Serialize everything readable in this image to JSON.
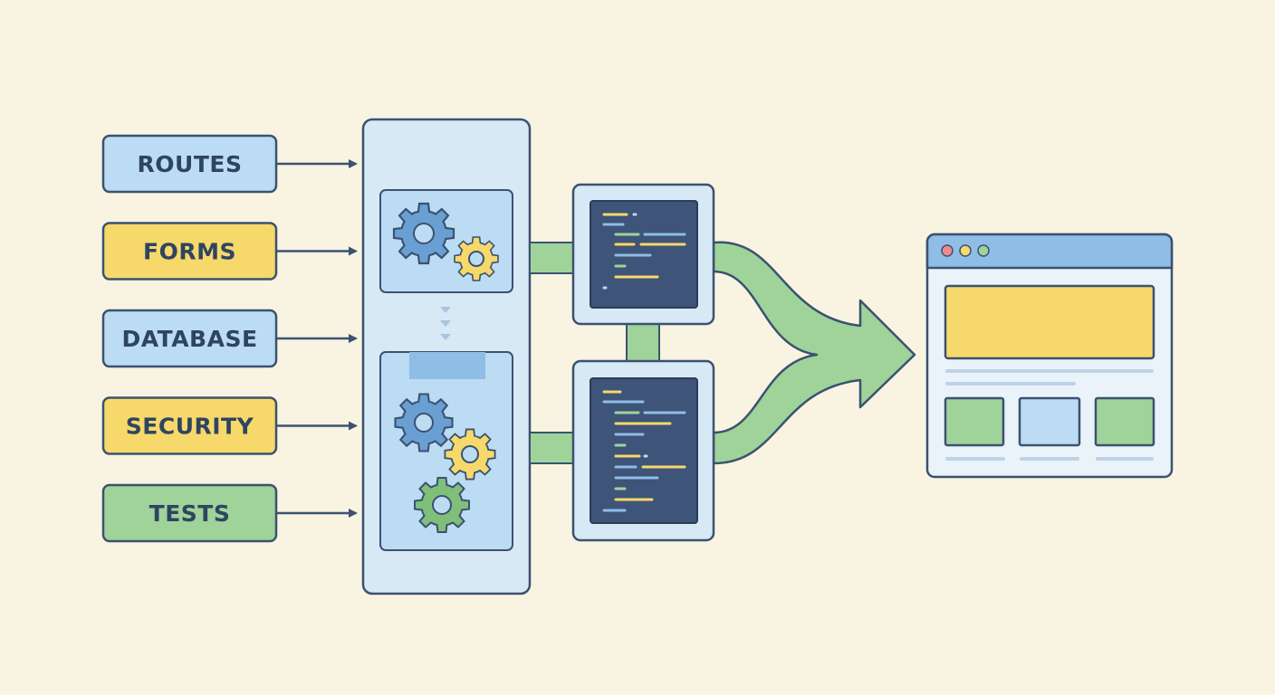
{
  "inputs": [
    {
      "label": "ROUTES",
      "color": "#bcdcf3"
    },
    {
      "label": "FORMS",
      "color": "#f7d86b"
    },
    {
      "label": "DATABASE",
      "color": "#bcdcf3"
    },
    {
      "label": "SECURITY",
      "color": "#f7d86b"
    },
    {
      "label": "TESTS",
      "color": "#9fd39a"
    }
  ],
  "colors": {
    "background": "#f9f3e2",
    "outline": "#3b5270",
    "blue": "#bcdcf3",
    "blue_gear": "#6a9fd4",
    "yellow": "#f7d86b",
    "green": "#9fd39a",
    "green_gear": "#7fbf7a",
    "code_bg": "#3e5478"
  },
  "icons": [
    "gear-icon",
    "code-editor-icon",
    "browser-window-icon",
    "arrow-icon"
  ]
}
